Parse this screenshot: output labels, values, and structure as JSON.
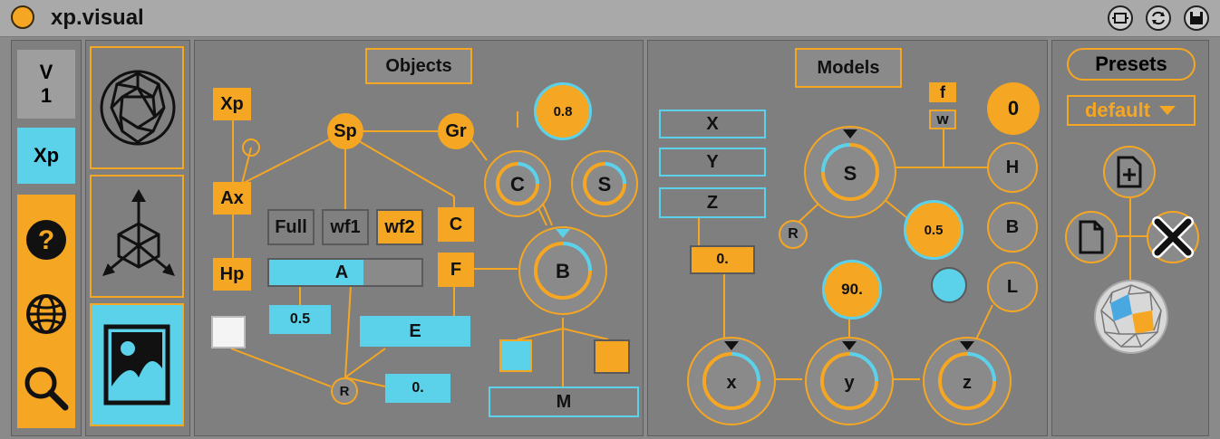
{
  "window": {
    "title": "xp.visual"
  },
  "sidebar": {
    "version_label": "V\n1",
    "version_v": "V",
    "version_n": "1",
    "xp_label": "Xp",
    "icons": [
      "help-icon",
      "globe-icon",
      "search-icon"
    ]
  },
  "objects": {
    "header": "Objects",
    "nodes": {
      "xp": "Xp",
      "ax": "Ax",
      "hp": "Hp",
      "sp": "Sp",
      "gr": "Gr",
      "c_box": "C",
      "f_box": "F",
      "full": "Full",
      "wf1": "wf1",
      "wf2": "wf2",
      "a_slider": "A",
      "a_value": "0.5",
      "e_slider": "E",
      "e_value": "0.",
      "r": "R",
      "m": "M",
      "val_08": "0.8",
      "dial_c": "C",
      "dial_s": "S",
      "dial_b": "B"
    }
  },
  "models": {
    "header": "Models",
    "x": "X",
    "y": "Y",
    "z": "Z",
    "num": "0.",
    "f": "f",
    "w": "w",
    "zero": "0",
    "s": "S",
    "h": "H",
    "b": "B",
    "l": "L",
    "r": "R",
    "val_05": "0.5",
    "val_90": "90.",
    "dial_x": "x",
    "dial_y": "y",
    "dial_z": "z"
  },
  "presets": {
    "header": "Presets",
    "selected": "default",
    "icons": [
      "new-preset-icon",
      "document-icon",
      "delete-icon"
    ]
  },
  "colors": {
    "orange": "#f5a623",
    "cyan": "#5bd2ea",
    "panel": "#7f7f7f",
    "background": "#8a8a8a"
  }
}
